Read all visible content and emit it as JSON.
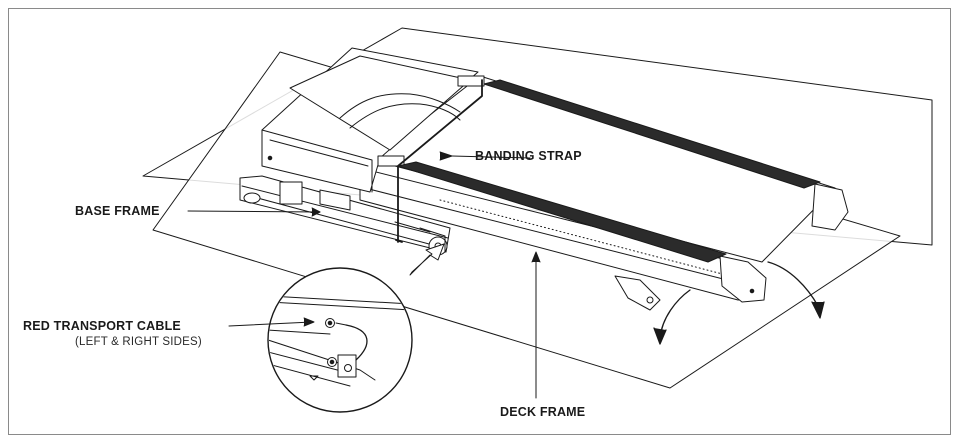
{
  "labels": {
    "banding_strap": "BANDING STRAP",
    "base_frame": "BASE FRAME",
    "red_transport_cable": "RED TRANSPORT CABLE",
    "sides_note": "(LEFT & RIGHT SIDES)",
    "deck_frame": "DECK FRAME"
  },
  "colors": {
    "line": "#1a1a1a",
    "belt": "#2b2b2b",
    "frame_border": "#8a8a8a"
  }
}
